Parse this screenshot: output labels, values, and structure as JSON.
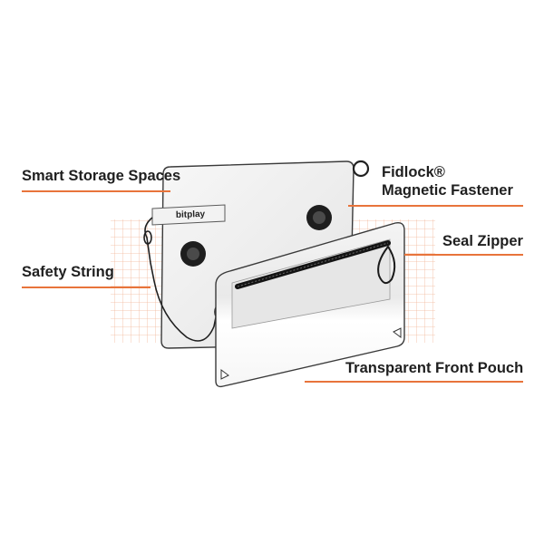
{
  "brand": "bitplay",
  "accent_color": "#e8743b",
  "grid_color": "#f1b79a",
  "callouts": {
    "smart_storage": "Smart Storage Spaces",
    "safety_string": "Safety String",
    "fidlock_line1": "Fidlock®",
    "fidlock_line2": "Magnetic Fastener",
    "seal_zipper": "Seal Zipper",
    "front_pouch": "Transparent Front Pouch"
  }
}
